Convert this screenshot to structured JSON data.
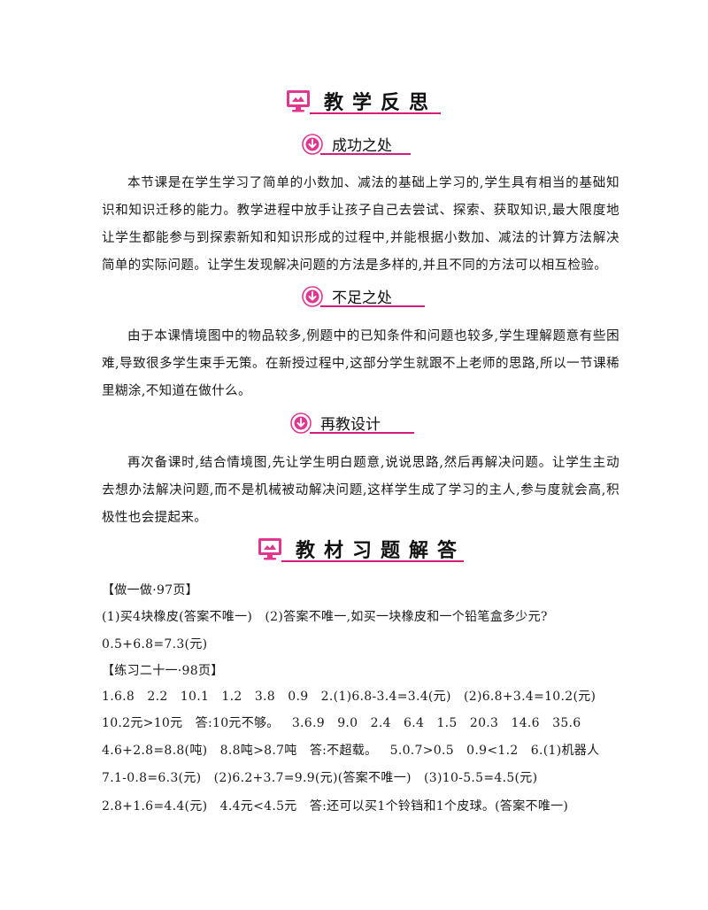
{
  "sections": {
    "reflection": {
      "title": "教学反思",
      "success": {
        "title": "成功之处",
        "paragraph": "本节课是在学生学习了简单的小数加、减法的基础上学习的,学生具有相当的基础知识和知识迁移的能力。教学进程中放手让孩子自己去尝试、探索、获取知识,最大限度地让学生都能参与到探索新知和知识形成的过程中,并能根据小数加、减法的计算方法解决简单的实际问题。让学生发现解决问题的方法是多样的,并且不同的方法可以相互检验。"
      },
      "shortcoming": {
        "title": "不足之处",
        "paragraph": "由于本课情境图中的物品较多,例题中的已知条件和问题也较多,学生理解题意有些困难,导致很多学生束手无策。在新授过程中,这部分学生就跟不上老师的思路,所以一节课稀里糊涂,不知道在做什么。"
      },
      "redesign": {
        "title": "再教设计",
        "paragraph": "再次备课时,结合情境图,先让学生明白题意,说说思路,然后再解决问题。让学生主动去想办法解决问题,而不是机械被动解决问题,这样学生成了学习的主人,参与度就会高,积极性也会提起来。"
      }
    },
    "answers": {
      "title": "教材习题解答",
      "lines": [
        "【做一做·97页】",
        "(1)买4块橡皮(答案不唯一)   (2)答案不唯一,如买一块橡皮和一个铅笔盒多少元?",
        "0.5+6.8=7.3(元)",
        "【练习二十一·98页】",
        "1.6.8   2.2   10.1   1.2   3.8   0.9   2.(1)6.8-3.4=3.4(元)   (2)6.8+3.4=10.2(元)",
        "10.2元>10元   答:10元不够。   3.6.9   9.0   2.4   6.4   1.5   20.3   14.6   35.6",
        "4.6+2.8=8.8(吨)   8.8吨>8.7吨   答:不超载。   5.0.7>0.5   0.9<1.2   6.(1)机器人",
        "7.1-0.8=6.3(元)   (2)6.2+3.7=9.9(元)(答案不唯一)   (3)10-5.5=4.5(元)",
        "2.8+1.6=4.4(元)   4.4元<4.5元   答:还可以买1个铃铛和1个皮球。(答案不唯一)"
      ]
    }
  },
  "colors": {
    "accent": "#d81b7a",
    "icon_fill": "#e0368f"
  },
  "icons": {
    "major": "monitor-icon",
    "sub": "down-arrow-circle-icon"
  }
}
